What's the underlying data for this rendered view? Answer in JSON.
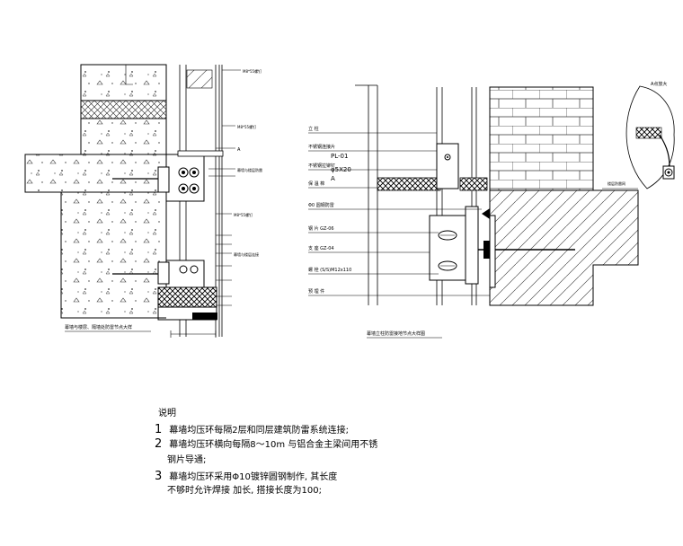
{
  "left_drawing": {
    "title": "幕墙与楼层、隔墙处防雷节点大样",
    "labels": [
      "M8*55螺钉",
      "A",
      "幕墙与楼层防雷",
      "M8*55螺钉",
      "幕墙与楼层连接"
    ]
  },
  "right_drawing": {
    "title": "幕墙立柱防雷接地节点大样图",
    "labels": {
      "l1": "立 柱",
      "l2": "不锈钢连接片",
      "l3": "PL-01",
      "l4": "不锈钢拉铆钉",
      "l5": "φ5X20",
      "l6": "A",
      "l7": "保 温 棉",
      "l8": "Φ0 圆钢防雷",
      "l9": "钢 片 GZ-06",
      "l10": "支 座 GZ-04",
      "l11": "螺 栓 (S/S)M12x110",
      "l12": "预 埋 件"
    }
  },
  "detail_a": {
    "title": "A点放大"
  },
  "notes": {
    "heading": "说明",
    "items": [
      {
        "num": "1",
        "text": "幕墙均压环每隔2层和同层建筑防雷系统连接;"
      },
      {
        "num": "2",
        "text": "幕墙均压环横向每隔8～10m 与铝合金主梁间用不锈"
      },
      {
        "num": "",
        "text": "钢片导通;"
      },
      {
        "num": "3",
        "text": "幕墙均压环采用Φ10镀锌圆钢制作, 其长度"
      },
      {
        "num": "",
        "text": "不够时允许焊接                 加长, 搭接长度为100;"
      }
    ]
  }
}
